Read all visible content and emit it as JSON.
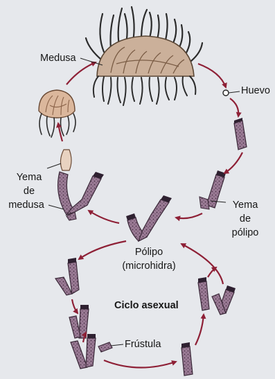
{
  "labels": {
    "medusa": "Medusa",
    "huevo": "Huevo",
    "yema_medusa": [
      "Yema",
      "de",
      "medusa"
    ],
    "yema_polipo": [
      "Yema",
      "de",
      "pólipo"
    ],
    "polipo": [
      "Pólipo",
      "(microhidra)"
    ],
    "ciclo_asexual": "Ciclo asexual",
    "frustula": "Frústula"
  },
  "colors": {
    "background": "#e6e8ec",
    "arrow": "#8e2036",
    "polyp_body": "#8c6d87",
    "polyp_dots": "#4a3148",
    "medusa_bell": "#cbb09a",
    "medusa_tentacles": "#2b2b2b",
    "small_medusa": "#dbb79c"
  }
}
